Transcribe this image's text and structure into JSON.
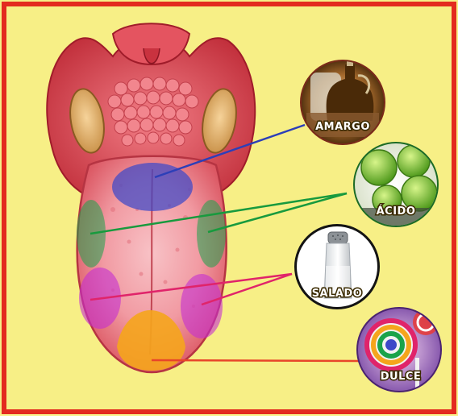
{
  "labels": {
    "bitter": "AMARGO",
    "sour": "ÁCIDO",
    "salty": "SALADO",
    "sweet": "DULCE"
  },
  "colors": {
    "background": "#f7ef86",
    "frame": "#e32b1f",
    "bitter": "#3d48c8",
    "sour": "#1aa34a",
    "salty": "#e0246a",
    "sweet": "#f59e1c"
  }
}
